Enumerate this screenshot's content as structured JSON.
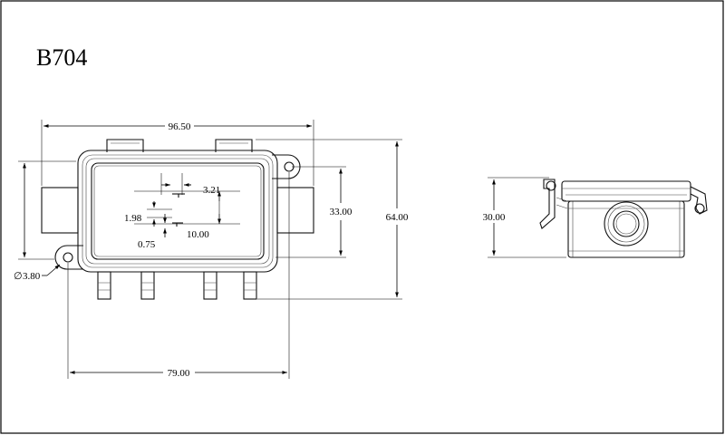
{
  "drawing": {
    "part_number": "B704",
    "dimensions": {
      "overall_width": "96.50",
      "overall_height": "64.00",
      "body_height": "33.00",
      "mount_spacing": "79.00",
      "hole_diameter": "3.80",
      "hole_symbol": "∅",
      "terminal_gap": "3.21",
      "terminal_offset": "1.98",
      "terminal_pitch": "10.00",
      "terminal_thickness": "0.75",
      "side_height": "30.00"
    }
  }
}
